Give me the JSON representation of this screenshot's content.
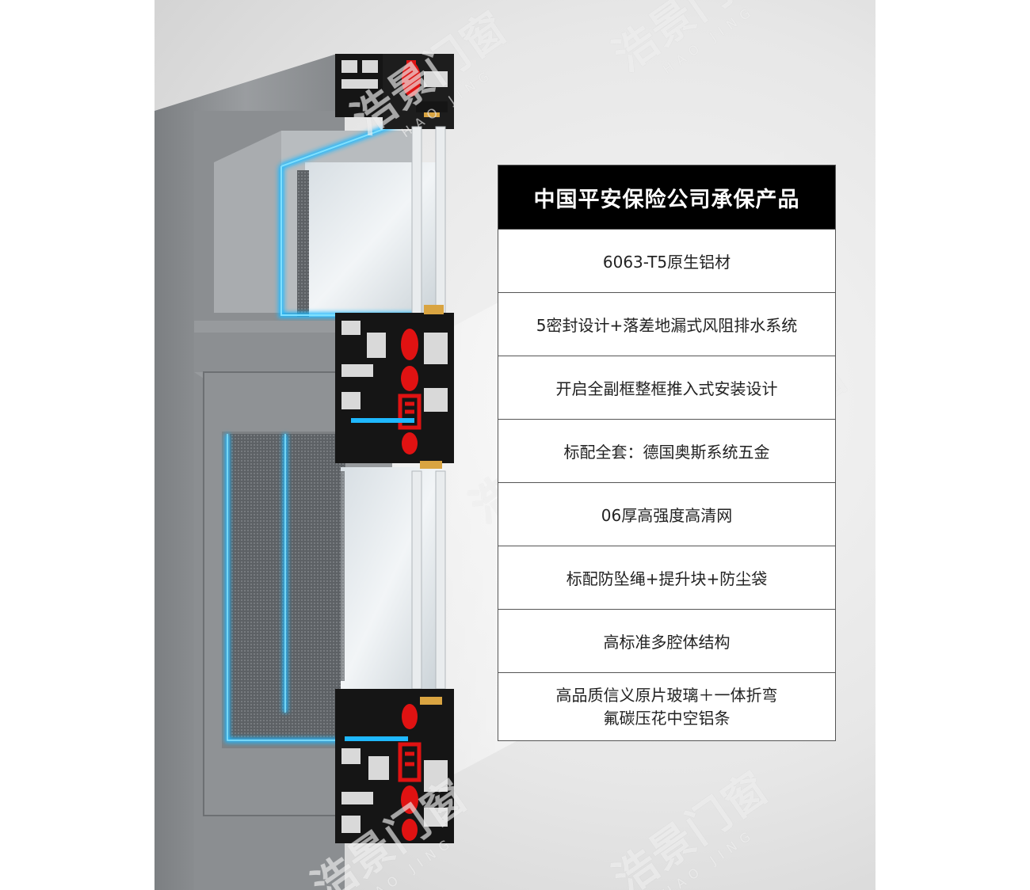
{
  "spec_table": {
    "title": "中国平安保险公司承保产品",
    "rows": [
      "6063-T5原生铝材",
      "5密封设计+落差地漏式风阻排水系统",
      "开启全副框整框推入式安装设计",
      "标配全套：德国奥斯系统五金",
      "06厚高强度高清网",
      "标配防坠绳+提升块+防尘袋",
      "高标准多腔体结构"
    ],
    "last_row": {
      "line1": "高品质信义原片玻璃＋一体折弯",
      "line2": "氟碳压花中空铝条"
    }
  },
  "watermark": {
    "brand": "浩景门窗",
    "pinyin": "HAO JING"
  },
  "colors": {
    "frame": "#8f9295",
    "seal": "#e01212",
    "glow": "#1fb8ff",
    "profile_dark": "#151515"
  }
}
